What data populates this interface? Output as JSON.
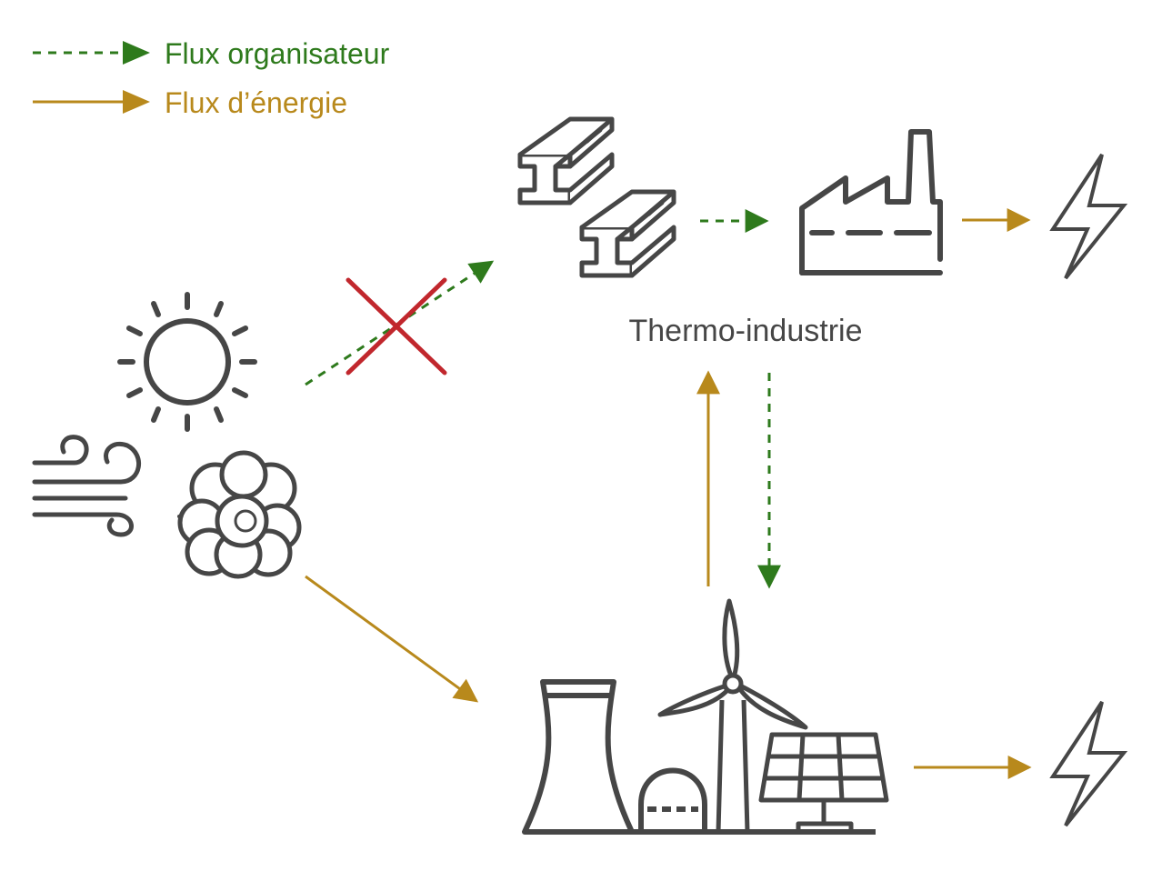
{
  "legend": {
    "organizer_label": "Flux organisateur",
    "energy_label": "Flux d’énergie"
  },
  "labels": {
    "thermo_industry": "Thermo-industrie"
  },
  "colors": {
    "organizer": "#2e7a1c",
    "energy": "#b8891c",
    "icon": "#464646",
    "cross": "#c1272d"
  },
  "icons": [
    "sun-icon",
    "wind-icon",
    "biomass-icon",
    "steel-beams-icon",
    "factory-icon",
    "lightning-icon",
    "cooling-tower-icon",
    "reactor-dome-icon",
    "wind-turbine-icon",
    "solar-panel-icon"
  ]
}
